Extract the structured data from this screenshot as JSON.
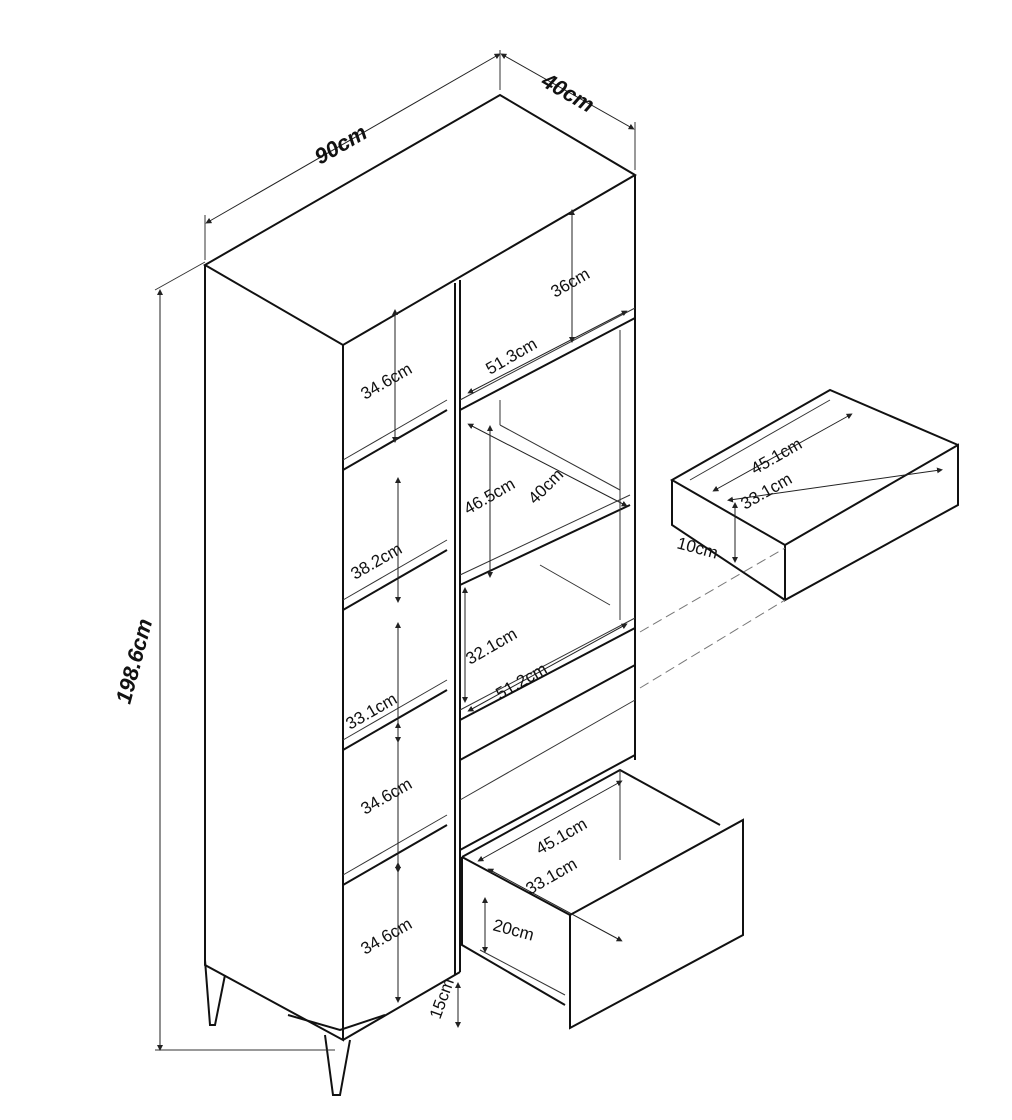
{
  "overall": {
    "width": "90cm",
    "depth": "40cm",
    "height": "198.6cm"
  },
  "right_column": {
    "top_shelf_height": "36cm",
    "top_shelf_width": "51.3cm",
    "open_height": "46.5cm",
    "open_depth": "40cm",
    "mid_height": "32.1cm",
    "mid_width": "51.2cm"
  },
  "left_column": {
    "cell1": "34.6cm",
    "cell2": "38.2cm",
    "cell3": "33.1cm",
    "cell4": "34.6cm",
    "cell5": "34.6cm"
  },
  "bottom_drawer": {
    "width": "45.1cm",
    "depth": "33.1cm",
    "height": "20cm",
    "leg_clearance": "15cm"
  },
  "side_drawer": {
    "width": "45.1cm",
    "depth": "33.1cm",
    "height": "10cm"
  }
}
